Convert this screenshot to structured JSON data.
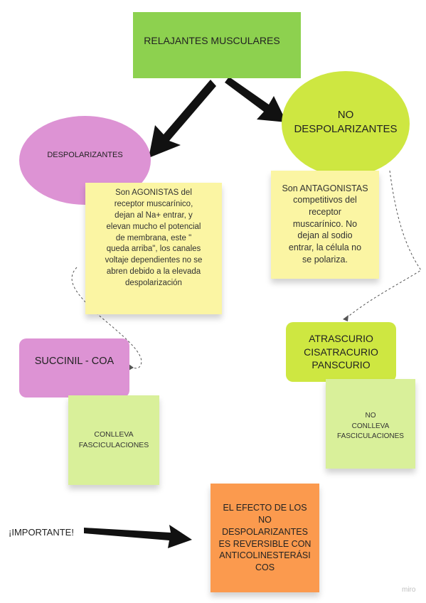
{
  "diagram": {
    "title": "RELAJANTES MUSCULARES",
    "despolarizantes": "DESPOLARIZANTES",
    "no_despolarizantes": "NO\nDESPOLARIZANTES",
    "agonistas_note": "Son AGONISTAS  del\nreceptor muscarínico,\ndejan al Na+ entrar, y\nelevan mucho el potencial\nde membrana, este \"\nqueda arriba\", los canales\nvoltaje dependientes no se\nabren debido a la elevada\ndespolarización",
    "antagonistas_note": "Son ANTAGONISTAS\ncompetitivos del\nreceptor\nmuscarínico. No\ndejan al sodio\nentrar, la célula no\nse polariza.",
    "succinil": "SUCCINIL - COA",
    "conlleva": "CONLLEVA\nFASCICULACIONES",
    "curios": "ATRASCURIO\nCISATRACURIO\nPANSCURIO",
    "no_conlleva": "NO\nCONLLEVA\nFASCICULACIONES",
    "importante": "¡IMPORTANTE!",
    "efecto": "EL EFECTO DE LOS\nNO\nDESPOLARIZANTES\nES REVERSIBLE CON\nANTICOLINESTERÁSI\nCOS",
    "watermark": "miro"
  },
  "colors": {
    "title_bg": "#8dd14f",
    "pink": "#dd93d4",
    "lime": "#cee741",
    "yellow_note": "#fbf5a3",
    "green_note": "#d9f09a",
    "orange_note": "#fb9a4e",
    "arrow": "#111111"
  }
}
